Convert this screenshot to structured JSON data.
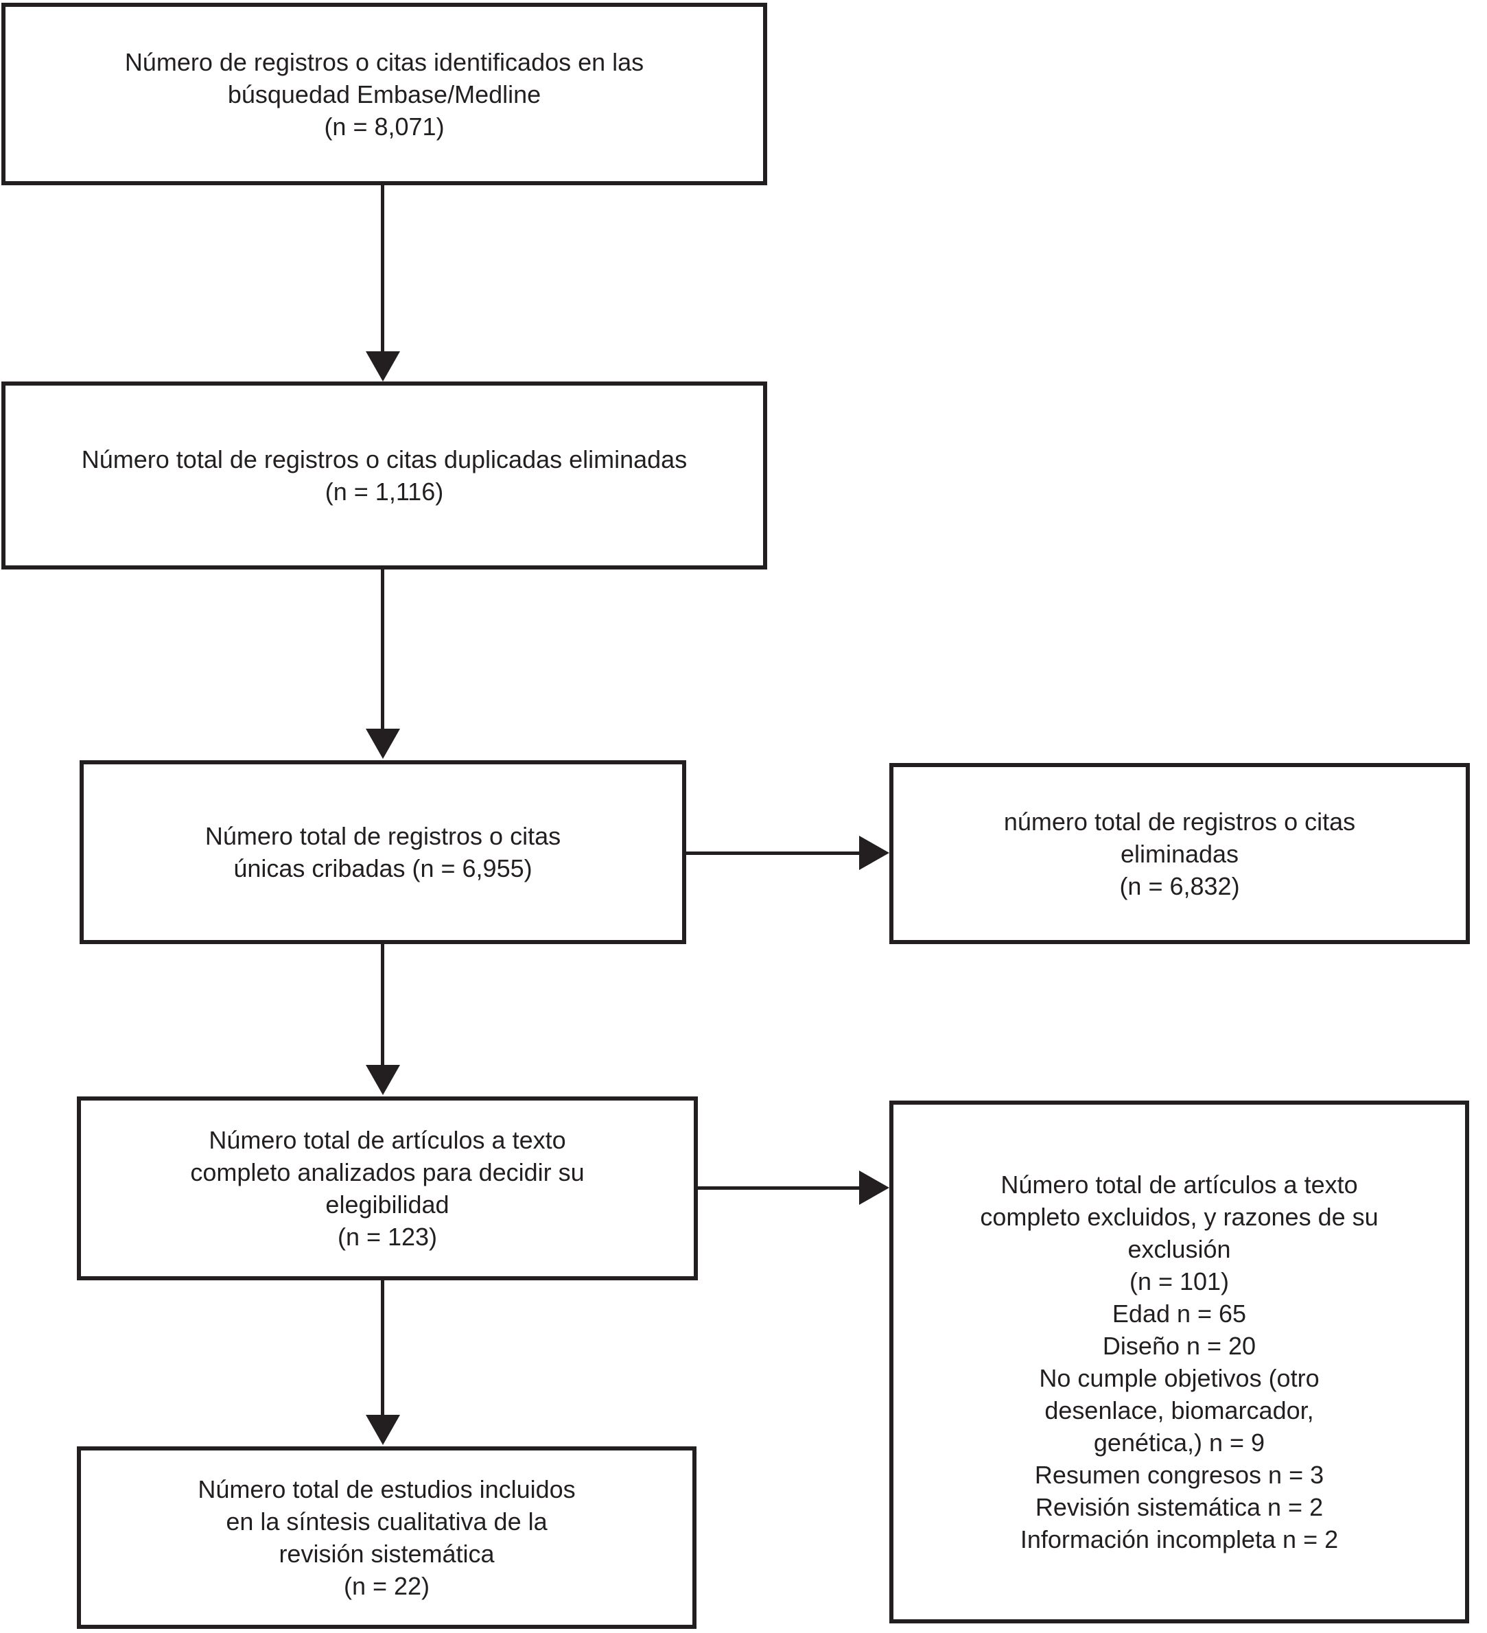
{
  "figure": {
    "type": "prisma-flow-diagram",
    "colors": {
      "ink": "#231f20",
      "background": "#ffffff"
    },
    "boxes": {
      "identified": "Número de registros o citas identificados en las\nbúsquedad Embase/Medline\n(n = 8,071)",
      "duplicates_removed": "Número total de registros o citas duplicadas eliminadas\n(n = 1,116)",
      "screened": "Número total de registros o citas\núnicas cribadas (n = 6,955)",
      "screened_excluded": "número total de registros o citas\neliminadas\n(n = 6,832)",
      "fulltext_assessed": "Número total de artículos a texto\ncompleto analizados para decidir su\nelegibilidad\n(n = 123)",
      "fulltext_excluded": "Número total de artículos a texto\ncompleto excluidos, y razones de su\nexclusión\n(n = 101)\nEdad n = 65\nDiseño n = 20\nNo cumple objetivos (otro\ndesenlace, biomarcador,\ngenética,) n = 9\nResumen congresos n = 3\nRevisión sistemática n = 2\nInformación incompleta n = 2",
      "included": "Número total de estudios incluidos\nen la síntesis cualitativa de la\nrevisión sistemática\n(n = 22)"
    }
  }
}
